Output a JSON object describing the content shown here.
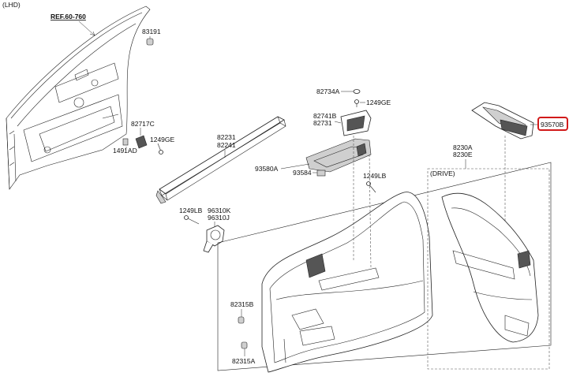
{
  "title": "(LHD)",
  "reference": "REF.60-760",
  "drive_label": "(DRIVE)",
  "highlight_color": "#d11a1a",
  "labels": {
    "p83191": "83191",
    "p82717C": "82717C",
    "p1249GE_left": "1249GE",
    "p1491AD": "1491AD",
    "p82231": "82231",
    "p82241": "82241",
    "p82734A": "82734A",
    "p1249GE_top": "1249GE",
    "p82741B": "82741B",
    "p82731": "82731",
    "p93580A": "93580A",
    "p93584": "93584",
    "p1249LB_mid": "1249LB",
    "p1249LB_left": "1249LB",
    "p96310K": "96310K",
    "p96310J": "96310J",
    "p82315B": "82315B",
    "p82315A": "82315A",
    "p8230A": "8230A",
    "p8230E": "8230E",
    "p93570B": "93570B"
  }
}
